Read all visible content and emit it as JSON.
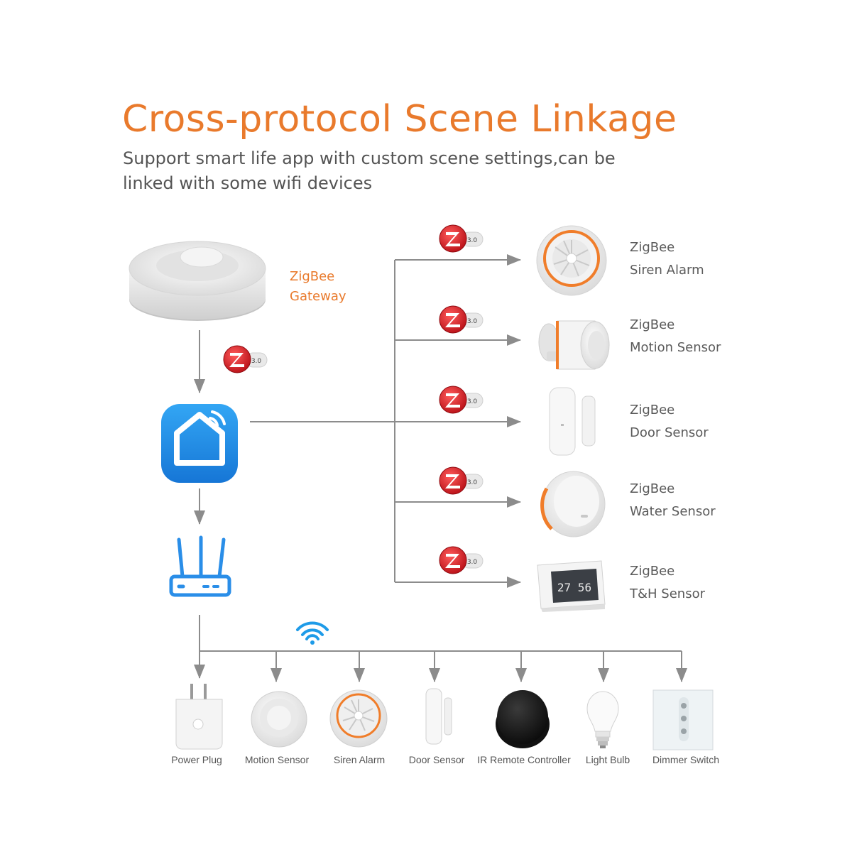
{
  "header": {
    "title": "Cross-protocol Scene Linkage",
    "subtitle_line1": "Support smart life app with custom scene settings,can be",
    "subtitle_line2": "linked with some wifi devices"
  },
  "gateway": {
    "label_line1": "ZigBee",
    "label_line2": "Gateway"
  },
  "zigbee_badge": {
    "letter": "Z",
    "version": "3.0"
  },
  "zigbee_devices": [
    {
      "line1": "ZigBee",
      "line2": "Siren Alarm"
    },
    {
      "line1": "ZigBee",
      "line2": "Motion Sensor"
    },
    {
      "line1": "ZigBee",
      "line2": "Door Sensor"
    },
    {
      "line1": "ZigBee",
      "line2": "Water Sensor"
    },
    {
      "line1": "ZigBee",
      "line2": "T&H Sensor"
    }
  ],
  "th_display": "27 56",
  "wifi_devices": [
    {
      "label": "Power Plug"
    },
    {
      "label": "Motion Sensor"
    },
    {
      "label": "Siren Alarm"
    },
    {
      "label": "Door Sensor"
    },
    {
      "label": "IR Remote Controller"
    },
    {
      "label": "Light Bulb"
    },
    {
      "label": "Dimmer Switch"
    }
  ],
  "colors": {
    "title": "#e97a2c",
    "gateway_label": "#e97a2c",
    "zigbee_red": "#d7262b",
    "app_blue": "#1e88e5",
    "router_blue": "#2a8ee8",
    "connector_gray": "#8c8c8c",
    "device_accent_orange": "#f07d2a"
  }
}
